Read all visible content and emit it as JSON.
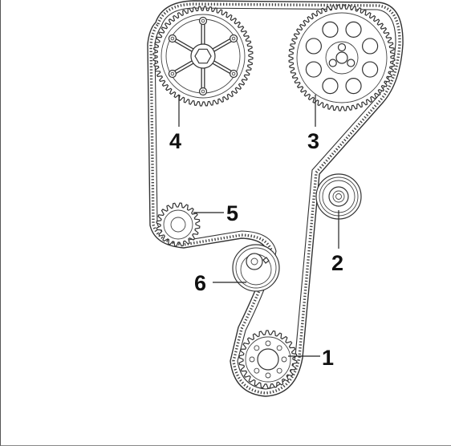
{
  "callouts": [
    {
      "id": "1",
      "text": "1"
    },
    {
      "id": "2",
      "text": "2"
    },
    {
      "id": "3",
      "text": "3"
    },
    {
      "id": "4",
      "text": "4"
    },
    {
      "id": "5",
      "text": "5"
    },
    {
      "id": "6",
      "text": "6"
    }
  ],
  "colors": {
    "line": "#333333",
    "background": "#ffffff"
  }
}
